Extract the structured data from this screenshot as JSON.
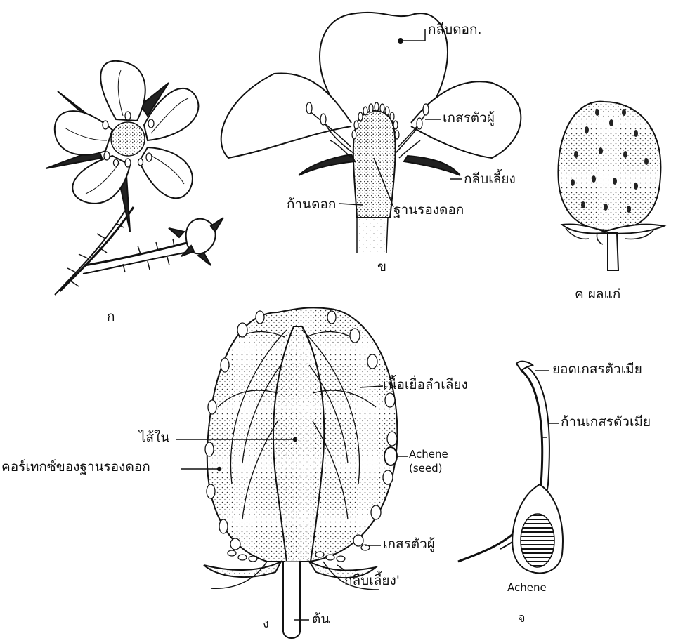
{
  "colors": {
    "ink": "#111111",
    "paper": "#ffffff"
  },
  "panel_a": {
    "caption": "ก"
  },
  "panel_b": {
    "caption": "ข",
    "labels": {
      "petal": "กลีบดอก.",
      "stamen": "เกสรตัวผู้",
      "sepal": "กลีบเลี้ยง",
      "pedicel": "ก้านดอก",
      "receptacle": "ฐานรองดอก"
    }
  },
  "panel_c": {
    "caption": "ค  ผลแก่"
  },
  "panel_d": {
    "caption": "ง",
    "labels": {
      "vascular": "เนื้อเยื่อลำเลียง",
      "pith": "ไส้ใน",
      "achene": "Achene",
      "seed": "(seed)",
      "cortex": "คอร์เทกซ์ของฐานรองดอก",
      "stamen": "เกสรตัวผู้",
      "sepal": "กลีบเลี้ยง'",
      "stem": "ต้น"
    }
  },
  "panel_e": {
    "caption": "จ",
    "labels": {
      "stigma": "ยอดเกสรตัวเมีย",
      "style": "ก้านเกสรตัวเมีย",
      "achene": "Achene"
    }
  }
}
